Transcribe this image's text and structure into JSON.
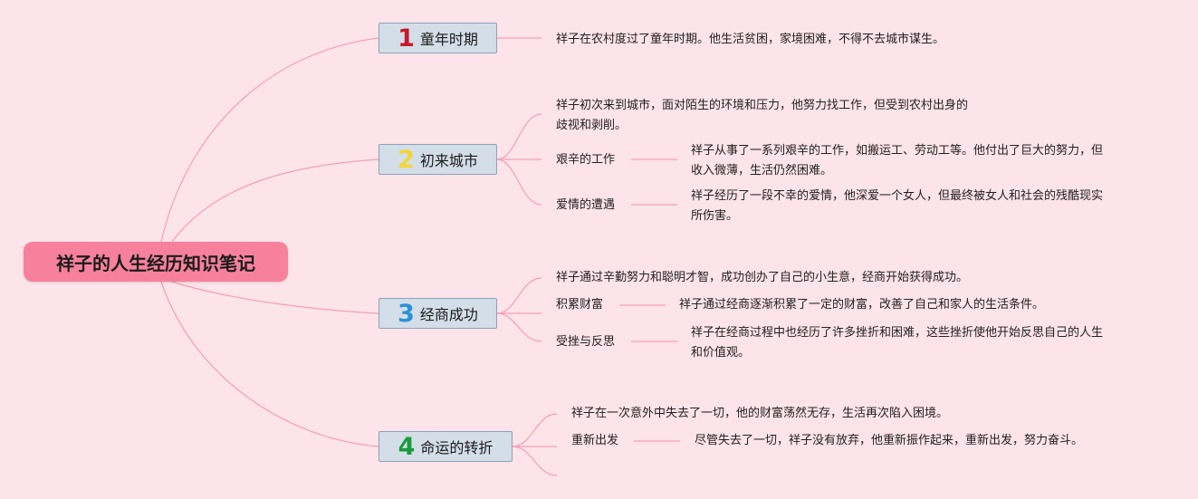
{
  "root": {
    "title": "祥子的人生经历知识笔记"
  },
  "colors": {
    "root": "#f7819c",
    "line": "#f4a0b4",
    "topic_bg": "#d3dee8",
    "topic_border": "#8ea2b3"
  },
  "branches": [
    {
      "num": "1",
      "num_color": "#c7192c",
      "title": "童年时期",
      "desc_lines": [
        "祥子在农村度过了童年时期。他生活贫困，家境困难，不得不去城市谋生。"
      ]
    },
    {
      "num": "2",
      "num_color": "#f2d63c",
      "title": "初来城市",
      "desc_lines": [
        "祥子初次来到城市，面对陌生的环境和压力，他努力找工作，但受到农村出身的",
        "歧视和剥削。"
      ],
      "subs": [
        {
          "label": "艰辛的工作",
          "detail_lines": [
            "祥子从事了一系列艰辛的工作，如搬运工、劳动工等。他付出了巨大的努力，但",
            "收入微薄，生活仍然困难。"
          ]
        },
        {
          "label": "爱情的遭遇",
          "detail_lines": [
            "祥子经历了一段不幸的爱情，他深爱一个女人，但最终被女人和社会的残酷现实",
            "所伤害。"
          ]
        }
      ]
    },
    {
      "num": "3",
      "num_color": "#2a92d6",
      "title": "经商成功",
      "desc_lines": [
        "祥子通过辛勤努力和聪明才智，成功创办了自己的小生意，经商开始获得成功。"
      ],
      "subs": [
        {
          "label": "积累财富",
          "detail_lines": [
            "祥子通过经商逐渐积累了一定的财富，改善了自己和家人的生活条件。"
          ]
        },
        {
          "label": "受挫与反思",
          "detail_lines": [
            "祥子在经商过程中也经历了许多挫折和困难，这些挫折使他开始反思自己的人生",
            "和价值观。"
          ]
        }
      ]
    },
    {
      "num": "4",
      "num_color": "#1a9a3a",
      "title": "命运的转折",
      "desc_lines": [
        "祥子在一次意外中失去了一切，他的财富荡然无存，生活再次陷入困境。"
      ],
      "subs": [
        {
          "label": "重新出发",
          "detail_lines": [
            "尽管失去了一切，祥子没有放弃，他重新振作起来，重新出发，努力奋斗。"
          ]
        }
      ]
    }
  ]
}
